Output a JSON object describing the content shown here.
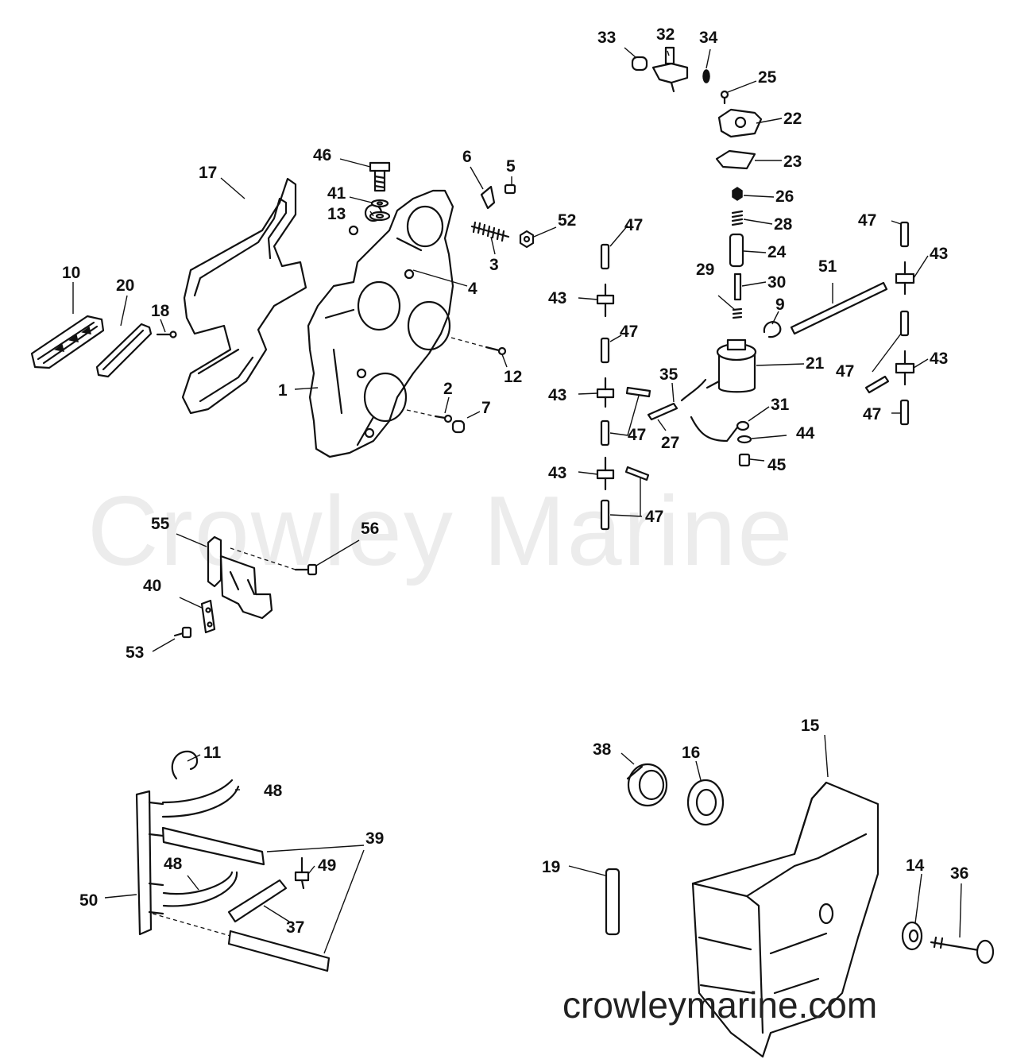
{
  "watermark": "Crowley Marine",
  "footer_url": "crowleymarine.com",
  "callouts": [
    {
      "id": "c1",
      "text": "1"
    },
    {
      "id": "c2",
      "text": "2"
    },
    {
      "id": "c3",
      "text": "3"
    },
    {
      "id": "c4",
      "text": "4"
    },
    {
      "id": "c5",
      "text": "5"
    },
    {
      "id": "c6",
      "text": "6"
    },
    {
      "id": "c7",
      "text": "7"
    },
    {
      "id": "c9",
      "text": "9"
    },
    {
      "id": "c10",
      "text": "10"
    },
    {
      "id": "c11",
      "text": "11"
    },
    {
      "id": "c12",
      "text": "12"
    },
    {
      "id": "c13",
      "text": "13"
    },
    {
      "id": "c14",
      "text": "14"
    },
    {
      "id": "c15",
      "text": "15"
    },
    {
      "id": "c16",
      "text": "16"
    },
    {
      "id": "c17",
      "text": "17"
    },
    {
      "id": "c18",
      "text": "18"
    },
    {
      "id": "c19",
      "text": "19"
    },
    {
      "id": "c20",
      "text": "20"
    },
    {
      "id": "c21",
      "text": "21"
    },
    {
      "id": "c22",
      "text": "22"
    },
    {
      "id": "c23",
      "text": "23"
    },
    {
      "id": "c24",
      "text": "24"
    },
    {
      "id": "c25",
      "text": "25"
    },
    {
      "id": "c26",
      "text": "26"
    },
    {
      "id": "c27",
      "text": "27"
    },
    {
      "id": "c28",
      "text": "28"
    },
    {
      "id": "c29",
      "text": "29"
    },
    {
      "id": "c30",
      "text": "30"
    },
    {
      "id": "c31",
      "text": "31"
    },
    {
      "id": "c32",
      "text": "32"
    },
    {
      "id": "c33",
      "text": "33"
    },
    {
      "id": "c34",
      "text": "34"
    },
    {
      "id": "c35",
      "text": "35"
    },
    {
      "id": "c36",
      "text": "36"
    },
    {
      "id": "c37",
      "text": "37"
    },
    {
      "id": "c38",
      "text": "38"
    },
    {
      "id": "c39",
      "text": "39"
    },
    {
      "id": "c40",
      "text": "40"
    },
    {
      "id": "c41",
      "text": "41"
    },
    {
      "id": "c43a",
      "text": "43"
    },
    {
      "id": "c43b",
      "text": "43"
    },
    {
      "id": "c43c",
      "text": "43"
    },
    {
      "id": "c43d",
      "text": "43"
    },
    {
      "id": "c43e",
      "text": "43"
    },
    {
      "id": "c44",
      "text": "44"
    },
    {
      "id": "c45",
      "text": "45"
    },
    {
      "id": "c46",
      "text": "46"
    },
    {
      "id": "c47a",
      "text": "47"
    },
    {
      "id": "c47b",
      "text": "47"
    },
    {
      "id": "c47c",
      "text": "47"
    },
    {
      "id": "c47d",
      "text": "47"
    },
    {
      "id": "c47e",
      "text": "47"
    },
    {
      "id": "c47f",
      "text": "47"
    },
    {
      "id": "c47g",
      "text": "47"
    },
    {
      "id": "c48a",
      "text": "48"
    },
    {
      "id": "c48b",
      "text": "48"
    },
    {
      "id": "c49",
      "text": "49"
    },
    {
      "id": "c50",
      "text": "50"
    },
    {
      "id": "c51",
      "text": "51"
    },
    {
      "id": "c52",
      "text": "52"
    },
    {
      "id": "c53",
      "text": "53"
    },
    {
      "id": "c55",
      "text": "55"
    },
    {
      "id": "c56",
      "text": "56"
    }
  ]
}
